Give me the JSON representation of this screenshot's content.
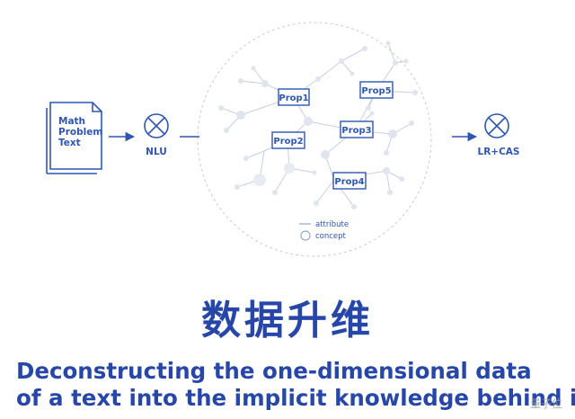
{
  "diagram": {
    "input_doc_lines": [
      "Math",
      "Problem",
      "Text"
    ],
    "nlu_label": "NLU",
    "output_label": "LR+CAS",
    "props": [
      "Prop1",
      "Prop2",
      "Prop3",
      "Prop4",
      "Prop5"
    ],
    "legend": {
      "attribute": "attribute",
      "concept": "concept"
    },
    "colors": {
      "blue": "#2f56b0",
      "node": "#dfe4ee",
      "edge": "#c7cfdc"
    }
  },
  "title_cn": "数据升维",
  "subtitle_lines": [
    "Deconstructing the one-dimensional data",
    "of a text into the implicit knowledge behind it"
  ],
  "watermark": "量子位"
}
